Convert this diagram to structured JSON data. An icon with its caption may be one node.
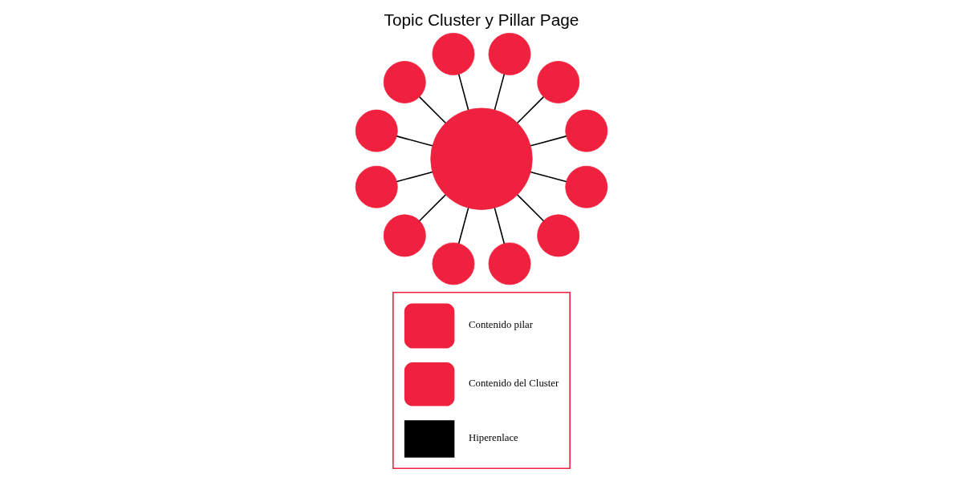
{
  "diagram": {
    "title": "Topic Cluster y Pillar Page",
    "nodes": [
      {
        "text": [],
        "shape": "circle"
      },
      {
        "text": [],
        "shape": "circle"
      },
      {
        "text": [],
        "shape": "circle"
      },
      {
        "text": [],
        "shape": "circle"
      },
      {
        "text": [],
        "shape": "circle"
      },
      {
        "text": [],
        "shape": "circle"
      },
      {
        "text": [],
        "shape": "circle"
      },
      {
        "text": [],
        "shape": "circle"
      },
      {
        "text": [],
        "shape": "circle"
      },
      {
        "text": [],
        "shape": "circle"
      },
      {
        "text": [],
        "shape": "circle"
      },
      {
        "text": [],
        "shape": "circle"
      },
      {
        "text": [],
        "shape": "circle"
      }
    ],
    "edges": [
      {
        "from": 0,
        "to": 1,
        "arrow": "none"
      },
      {
        "from": 0,
        "to": 2,
        "arrow": "none"
      },
      {
        "from": 0,
        "to": 3,
        "arrow": "none"
      },
      {
        "from": 0,
        "to": 4,
        "arrow": "none"
      },
      {
        "from": 0,
        "to": 5,
        "arrow": "none"
      },
      {
        "from": 0,
        "to": 6,
        "arrow": "none"
      },
      {
        "from": 0,
        "to": 7,
        "arrow": "none"
      },
      {
        "from": 0,
        "to": 8,
        "arrow": "none"
      },
      {
        "from": 0,
        "to": 9,
        "arrow": "none"
      },
      {
        "from": 0,
        "to": 10,
        "arrow": "none"
      },
      {
        "from": 0,
        "to": 11,
        "arrow": "none"
      },
      {
        "from": 0,
        "to": 12,
        "arrow": "none"
      }
    ],
    "legend": [
      {
        "text": "Contenido pilar"
      },
      {
        "text": "Contenido del Cluster"
      },
      {
        "text": "Hiperenlace"
      }
    ]
  }
}
